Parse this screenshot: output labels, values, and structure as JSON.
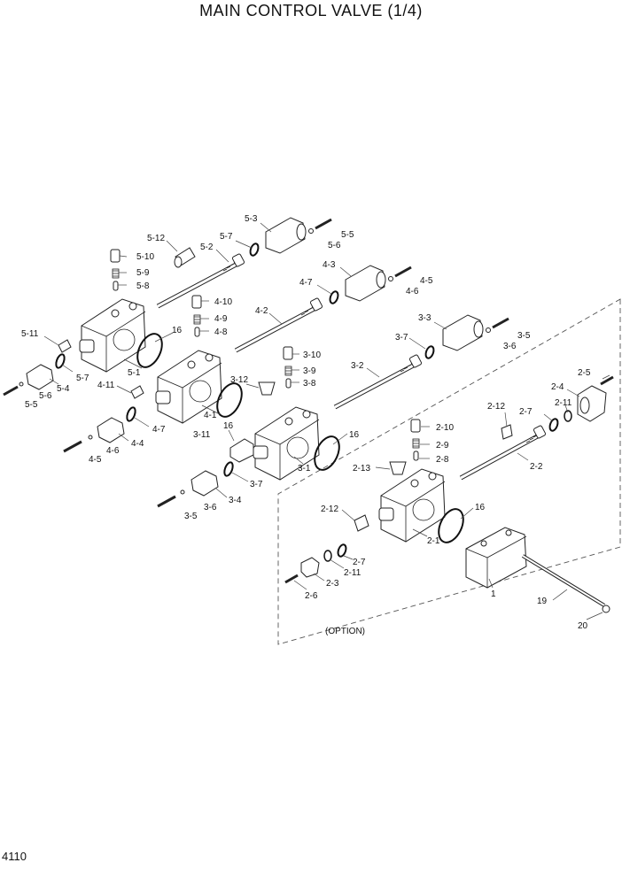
{
  "title": "MAIN CONTROL VALVE (1/4)",
  "page_number": "4110",
  "option_label": "(OPTION)",
  "callouts": {
    "c5_3": "5-3",
    "c5_5": "5-5",
    "c5_6a": "5-6",
    "c5_7a": "5-7",
    "c5_12": "5-12",
    "c5_2": "5-2",
    "c5_10": "5-10",
    "c5_9": "5-9",
    "c5_8": "5-8",
    "c5_11": "5-11",
    "c5_1": "5-1",
    "c5_7b": "5-7",
    "c5_4": "5-4",
    "c5_6b": "5-6",
    "c5_5b": "5-5",
    "c16a": "16",
    "c4_3": "4-3",
    "c4_5": "4-5",
    "c4_6a": "4-6",
    "c4_7a": "4-7",
    "c4_2": "4-2",
    "c4_10": "4-10",
    "c4_9": "4-9",
    "c4_8": "4-8",
    "c4_11": "4-11",
    "c4_1": "4-1",
    "c4_7b": "4-7",
    "c4_4": "4-4",
    "c4_6b": "4-6",
    "c4_5b": "4-5",
    "c16b": "16",
    "c3_3": "3-3",
    "c3_5": "3-5",
    "c3_6a": "3-6",
    "c3_7a": "3-7",
    "c3_2": "3-2",
    "c3_10": "3-10",
    "c3_9": "3-9",
    "c3_8": "3-8",
    "c3_12": "3-12",
    "c3_11": "3-11",
    "c3_1": "3-1",
    "c3_7b": "3-7",
    "c3_4": "3-4",
    "c3_6b": "3-6",
    "c3_5b": "3-5",
    "c16c": "16",
    "c2_5": "2-5",
    "c2_4": "2-4",
    "c2_11a": "2-11",
    "c2_7a": "2-7",
    "c2_12a": "2-12",
    "c2_10": "2-10",
    "c2_9": "2-9",
    "c2_8": "2-8",
    "c2_2": "2-2",
    "c2_13": "2-13",
    "c2_12b": "2-12",
    "c2_1": "2-1",
    "c16d": "16",
    "c2_7b": "2-7",
    "c2_11b": "2-11",
    "c2_3": "2-3",
    "c2_6": "2-6",
    "c1": "1",
    "c19": "19",
    "c20": "20"
  }
}
